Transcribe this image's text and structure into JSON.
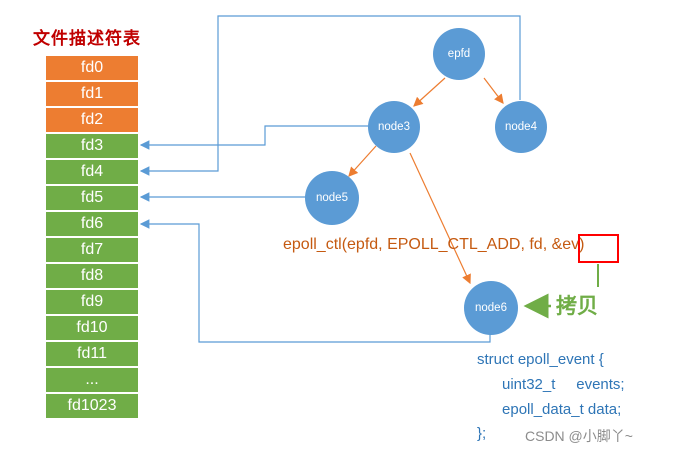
{
  "table": {
    "title": "文件描述符表",
    "rows": [
      {
        "label": "fd0",
        "color": "#ed7d31"
      },
      {
        "label": "fd1",
        "color": "#ed7d31"
      },
      {
        "label": "fd2",
        "color": "#ed7d31"
      },
      {
        "label": "fd3",
        "color": "#70ad47"
      },
      {
        "label": "fd4",
        "color": "#70ad47"
      },
      {
        "label": "fd5",
        "color": "#70ad47"
      },
      {
        "label": "fd6",
        "color": "#70ad47"
      },
      {
        "label": "fd7",
        "color": "#70ad47"
      },
      {
        "label": "fd8",
        "color": "#70ad47"
      },
      {
        "label": "fd9",
        "color": "#70ad47"
      },
      {
        "label": "fd10",
        "color": "#70ad47"
      },
      {
        "label": "fd11",
        "color": "#70ad47"
      },
      {
        "label": "...",
        "color": "#70ad47"
      },
      {
        "label": "fd1023",
        "color": "#70ad47"
      }
    ]
  },
  "tree": {
    "root": "epfd",
    "node3": "node3",
    "node4": "node4",
    "node5": "node5",
    "node6": "node6"
  },
  "call": {
    "prefix": "epoll_ctl(epfd, EPOLL_CTL_ADD, fd, ",
    "arg": "&ev)"
  },
  "copy_label": "拷贝",
  "struct_code": [
    "struct epoll_event {",
    "      uint32_t     events;",
    "      epoll_data_t data;",
    "};"
  ],
  "watermark": "CSDN @小脚丫~",
  "colors": {
    "orange": "#ed7d31",
    "green": "#70ad47",
    "node_blue": "#5b9bd5",
    "title_red": "#c00000",
    "call_text": "#c55a11",
    "struct_text": "#2e75b6"
  }
}
